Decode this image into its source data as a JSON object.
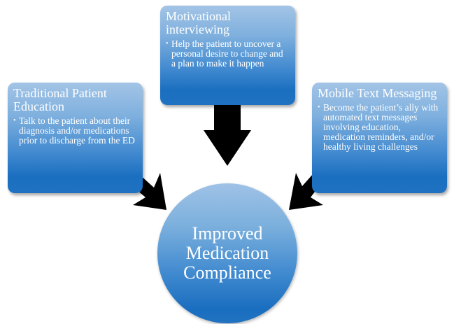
{
  "boxes": [
    {
      "id": "traditional-patient-education",
      "title": "Traditional Patient Education",
      "bullets": [
        "Talk to the patient about their diagnosis and/or medications prior to discharge from the ED"
      ]
    },
    {
      "id": "motivational-interviewing",
      "title": "Motivational interviewing",
      "bullets": [
        "Help the patient to uncover a personal desire to change and a plan to make it happen"
      ]
    },
    {
      "id": "mobile-text-messaging",
      "title": "Mobile Text Messaging",
      "bullets": [
        "Become the patient’s ally with automated text messages involving education, medication reminders, and/or healthy living challenges"
      ]
    }
  ],
  "center": {
    "text": "Improved Medication Compliance"
  },
  "bullet_glyph": "•",
  "colors": {
    "box_top": "#a3c4e6",
    "box_bottom": "#1f72c1",
    "arrow": "#000000",
    "text": "#ffffff"
  }
}
